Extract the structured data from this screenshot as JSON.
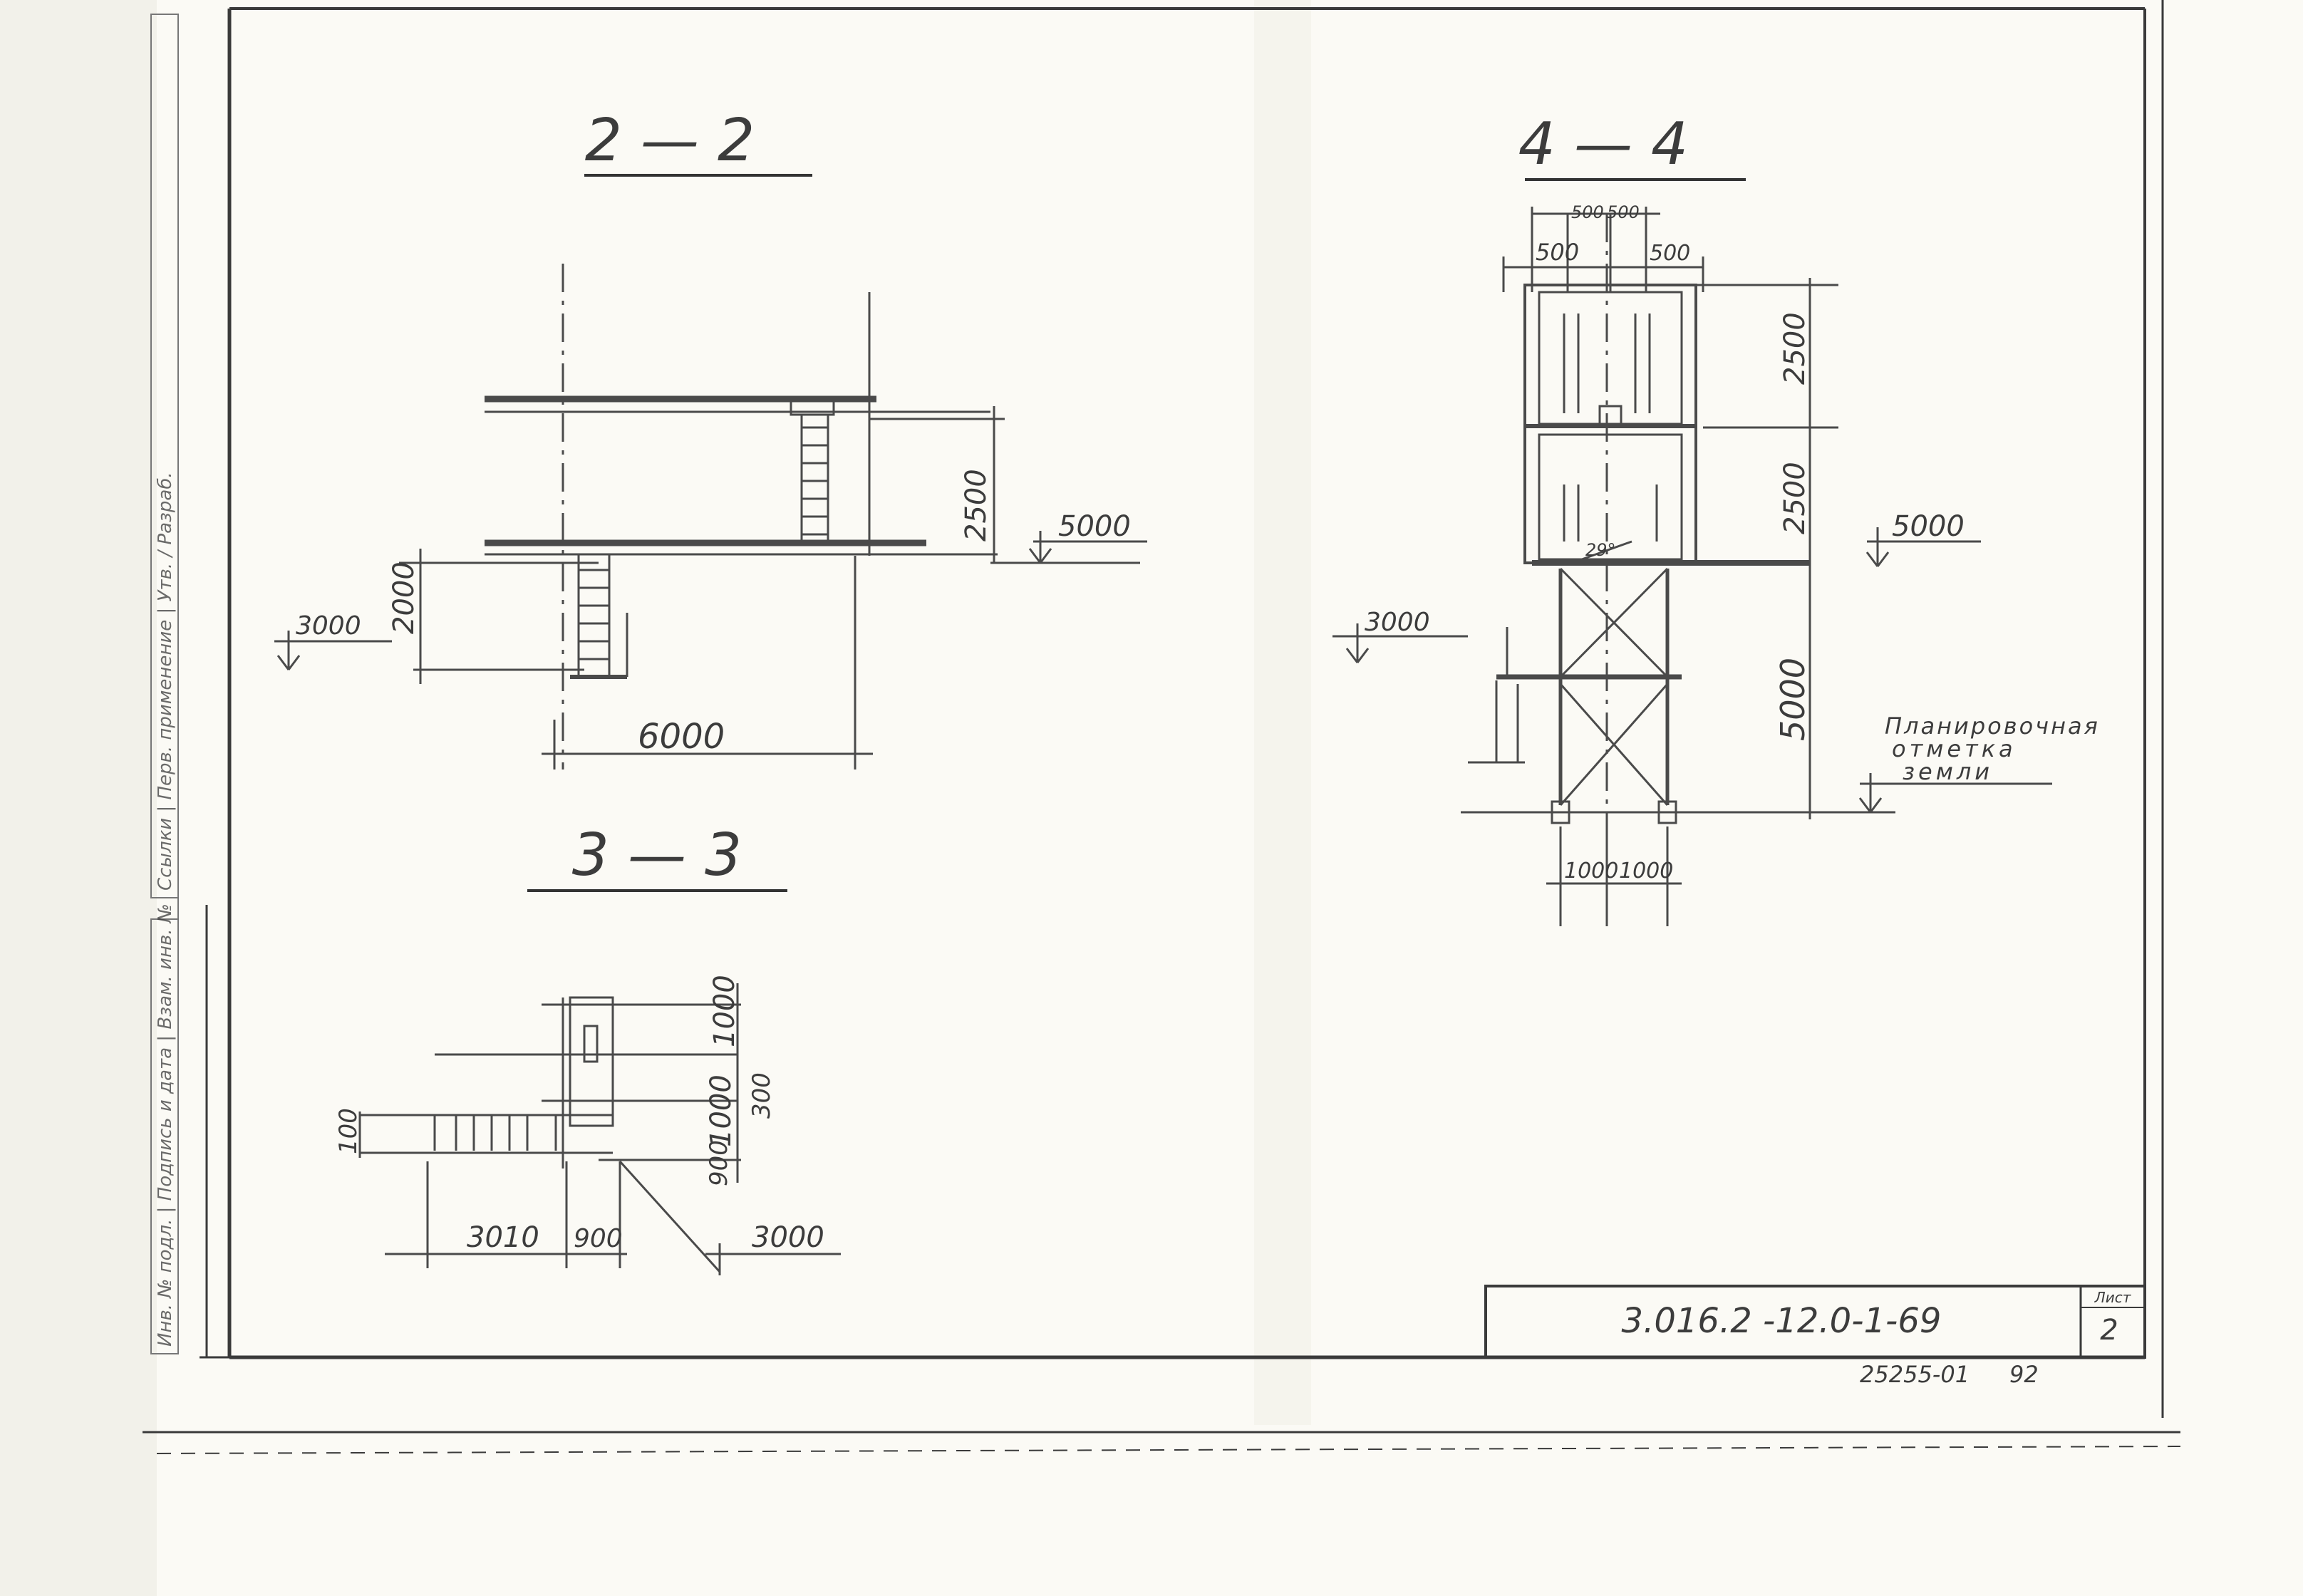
{
  "sections": {
    "s22": {
      "title": "2 — 2",
      "dims": {
        "h_upper": "2500",
        "level_upper": "5000",
        "level_lower": "3000",
        "h_lower": "2000",
        "span": "6000"
      }
    },
    "s33": {
      "title": "3 — 3",
      "dims": {
        "v_top": "1000",
        "v_mid": "1000",
        "v_small": "300",
        "v_left": "900",
        "h_left_small": "100",
        "h_left": "3010",
        "h_mid": "900",
        "level": "3000"
      }
    },
    "s44": {
      "title": "4 — 4",
      "dims": {
        "top_inner_a": "500",
        "top_inner_b": "500",
        "top_outer_a": "500",
        "top_outer_b": "500",
        "h_upper": "2500",
        "h_mid": "2500",
        "h_lower": "5000",
        "level_upper": "5000",
        "level_left": "3000",
        "bottom_a": "1000",
        "bottom_b": "1000",
        "angle": "29°"
      },
      "ground_label": [
        "Планировочная",
        "отметка",
        "земли"
      ]
    }
  },
  "title_block": {
    "code": "3.016.2 -12.0-1-69",
    "sheet_label": "Лист",
    "sheet_no": "2"
  },
  "footer": {
    "inventory": "25255-01",
    "page": "92"
  },
  "left_margin": {
    "upper_text": "Ссылки | Перв. применение | Утв. / Разраб.",
    "lower_text": "Инв. № подл. | Подпись и дата | Взам. инв. №"
  }
}
